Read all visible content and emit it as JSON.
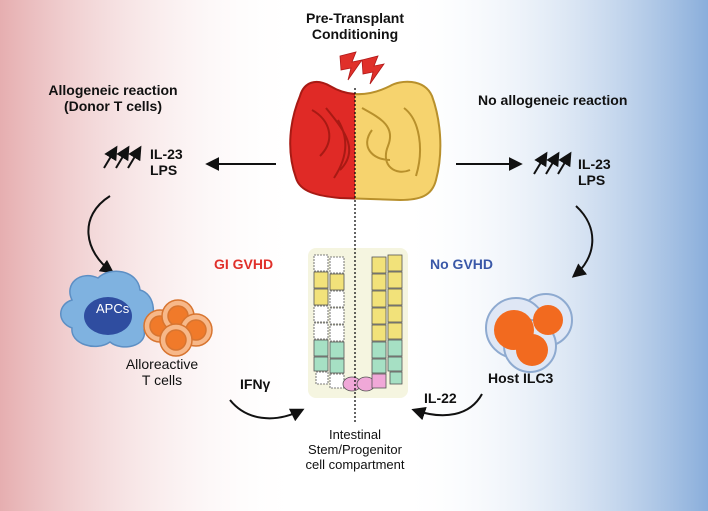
{
  "header": {
    "line1": "Pre-Transplant",
    "line2": "Conditioning"
  },
  "left": {
    "title_line1": "Allogeneic reaction",
    "title_line2": "(Donor T cells)",
    "cytokine1": "IL-23",
    "cytokine2": "LPS",
    "status": "GI GVHD",
    "apc_label": "APCs",
    "tcell_line1": "Alloreactive",
    "tcell_line2": "T cells",
    "effector": "IFNγ"
  },
  "right": {
    "title": "No allogeneic reaction",
    "cytokine1": "IL-23",
    "cytokine2": "LPS",
    "status": "No GVHD",
    "ilc_label": "Host ILC3",
    "effector": "IL-22"
  },
  "bottom": {
    "line1": "Intestinal",
    "line2": "Stem/Progenitor",
    "line3": "cell compartment"
  },
  "colors": {
    "left_panel": "#e8b2b2",
    "right_panel": "#8fb0dc",
    "damaged_gut": "#e0302a",
    "healthy_gut": "#f6d36e",
    "gvhd_label": "#e0302a",
    "no_gvhd_label": "#3a58a8",
    "apc": "#7fb2e0",
    "tcell": "#f08a3a",
    "ilc3": "#f26a1f"
  }
}
